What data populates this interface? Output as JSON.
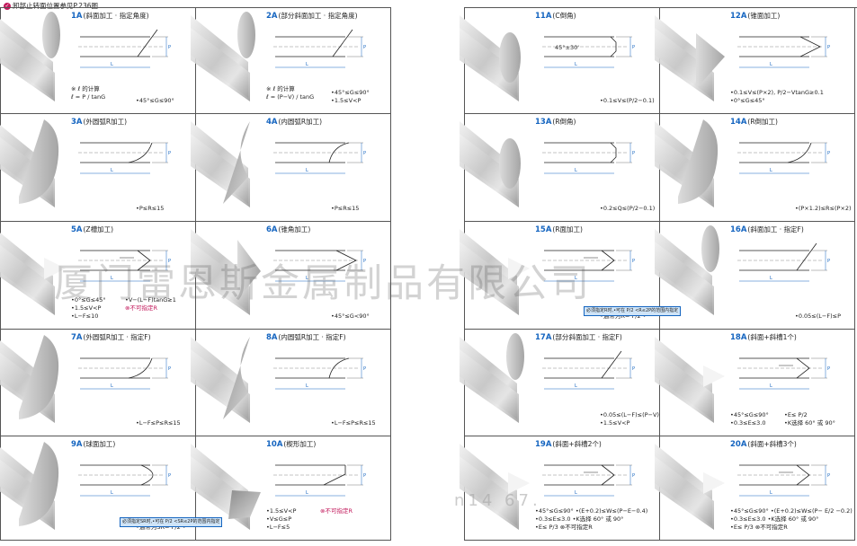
{
  "header": {
    "note": "卸部止转面位置参见P.236图"
  },
  "watermark": {
    "text": "厦门雷恩斯金属制品有限公司",
    "contact": "n14   67."
  },
  "left_cells": [
    {
      "code": "1A",
      "title": "(斜面加工 · 指定角度)",
      "photo": "cut",
      "notes": [
        "•45°≤G≤90°"
      ],
      "calc": [
        "※ ℓ 的计算",
        "ℓ = P / tanG"
      ]
    },
    {
      "code": "2A",
      "title": "(部分斜面加工 · 指定角度)",
      "photo": "cut2",
      "notes": [
        "•45°≤G≤90°",
        "•1.5≤V<P"
      ],
      "calc": [
        "※ ℓ 的计算",
        "ℓ = (P−V) / tanG"
      ]
    },
    {
      "code": "3A",
      "title": "(外圆弧R加工)",
      "photo": "round",
      "notes": [
        "•P≤R≤15"
      ]
    },
    {
      "code": "4A",
      "title": "(内圆弧R加工)",
      "photo": "inner",
      "notes": [
        "•P≤R≤15"
      ]
    },
    {
      "code": "5A",
      "title": "(Z槽加工)",
      "photo": "slot",
      "notes": [
        "•0°≤G≤45°",
        "•1.5≤V<P",
        "•L−F≤10"
      ],
      "notes2": [
        "•V−(L−F)tanG≥1",
        "⊗不可指定R"
      ]
    },
    {
      "code": "6A",
      "title": "(锥角加工)",
      "photo": "taper",
      "notes": [
        "•45°≤G<90°"
      ]
    },
    {
      "code": "7A",
      "title": "(外圆弧R加工 · 指定F)",
      "photo": "round",
      "notes": [
        "•L−F≤P≤R≤15"
      ]
    },
    {
      "code": "8A",
      "title": "(内圆弧R加工 · 指定F)",
      "photo": "inner",
      "notes": [
        "•L−F≤P≤R≤15"
      ]
    },
    {
      "code": "9A",
      "title": "(球面加工)",
      "photo": "ball",
      "notes": [
        "•通常为SR= P/2 •"
      ],
      "box": [
        "必须指定SR时,",
        "•可在 P/2 <SR≤2P的范围内指定"
      ]
    },
    {
      "code": "10A",
      "title": "(楔形加工)",
      "photo": "wedge",
      "notes": [
        "•1.5≤V<P",
        "•V≤G≤P",
        "•L−F≤5"
      ],
      "notes2": [
        "⊗不可指定R"
      ]
    }
  ],
  "right_cells": [
    {
      "code": "11A",
      "title": "(C倒角)",
      "photo": "flat",
      "dim": "45°±30'",
      "notes": [
        "•0.1≤V≤(P/2−0.1)"
      ]
    },
    {
      "code": "12A",
      "title": "(锥面加工)",
      "photo": "cone",
      "notes": [
        "•0.1≤V≤(P×2), P/2−VtanG≥0.1",
        "•0°≤G≤45°"
      ]
    },
    {
      "code": "13A",
      "title": "(R倒角)",
      "photo": "flat",
      "notes": [
        "•0.2≤Q≤(P/2−0.1)"
      ]
    },
    {
      "code": "14A",
      "title": "(R倒加工)",
      "photo": "round",
      "notes": [
        "•(P×1.2)≤R≤(P×2)"
      ]
    },
    {
      "code": "15A",
      "title": "(R面加工)",
      "photo": "slot",
      "notes": [
        "•通常为R= P/2 •"
      ],
      "box": [
        "必须指定R时,",
        "•可在 P/2 <R≤2P的范围内指定"
      ]
    },
    {
      "code": "16A",
      "title": "(斜面加工 · 指定F)",
      "photo": "cut",
      "notes": [
        "•0.05≤(L−F)≤P"
      ]
    },
    {
      "code": "17A",
      "title": "(部分斜面加工 · 指定F)",
      "photo": "cut2",
      "notes": [
        "•0.05≤(L−F)≤(P−V)",
        "•1.5≤V<P"
      ]
    },
    {
      "code": "18A",
      "title": "(斜面+斜槽1个)",
      "photo": "slot",
      "notes": [
        "•45°≤G≤90°",
        "•0.3≤E≤3.0"
      ],
      "notes2": [
        "•E≤ P/2",
        "•K选择 60° 或 90°"
      ]
    },
    {
      "code": "19A",
      "title": "(斜面+斜槽2个)",
      "photo": "slot",
      "notes": [
        "•45°≤G≤90°  •(E+0.2)≤W≤(P−E−0.4)",
        "•0.3≤E≤3.0   •K选择 60° 或 90°",
        "•E≤ P/3         ⊗不可指定R"
      ]
    },
    {
      "code": "20A",
      "title": "(斜面+斜槽3个)",
      "photo": "slot",
      "notes": [
        "•45°≤G≤90°  •(E+0.2)≤W≤(P− E/2 −0.2)",
        "•0.3≤E≤3.0   •K选择 60° 或 90°",
        "•E≤ P/3         ⊗不可指定R"
      ]
    }
  ]
}
